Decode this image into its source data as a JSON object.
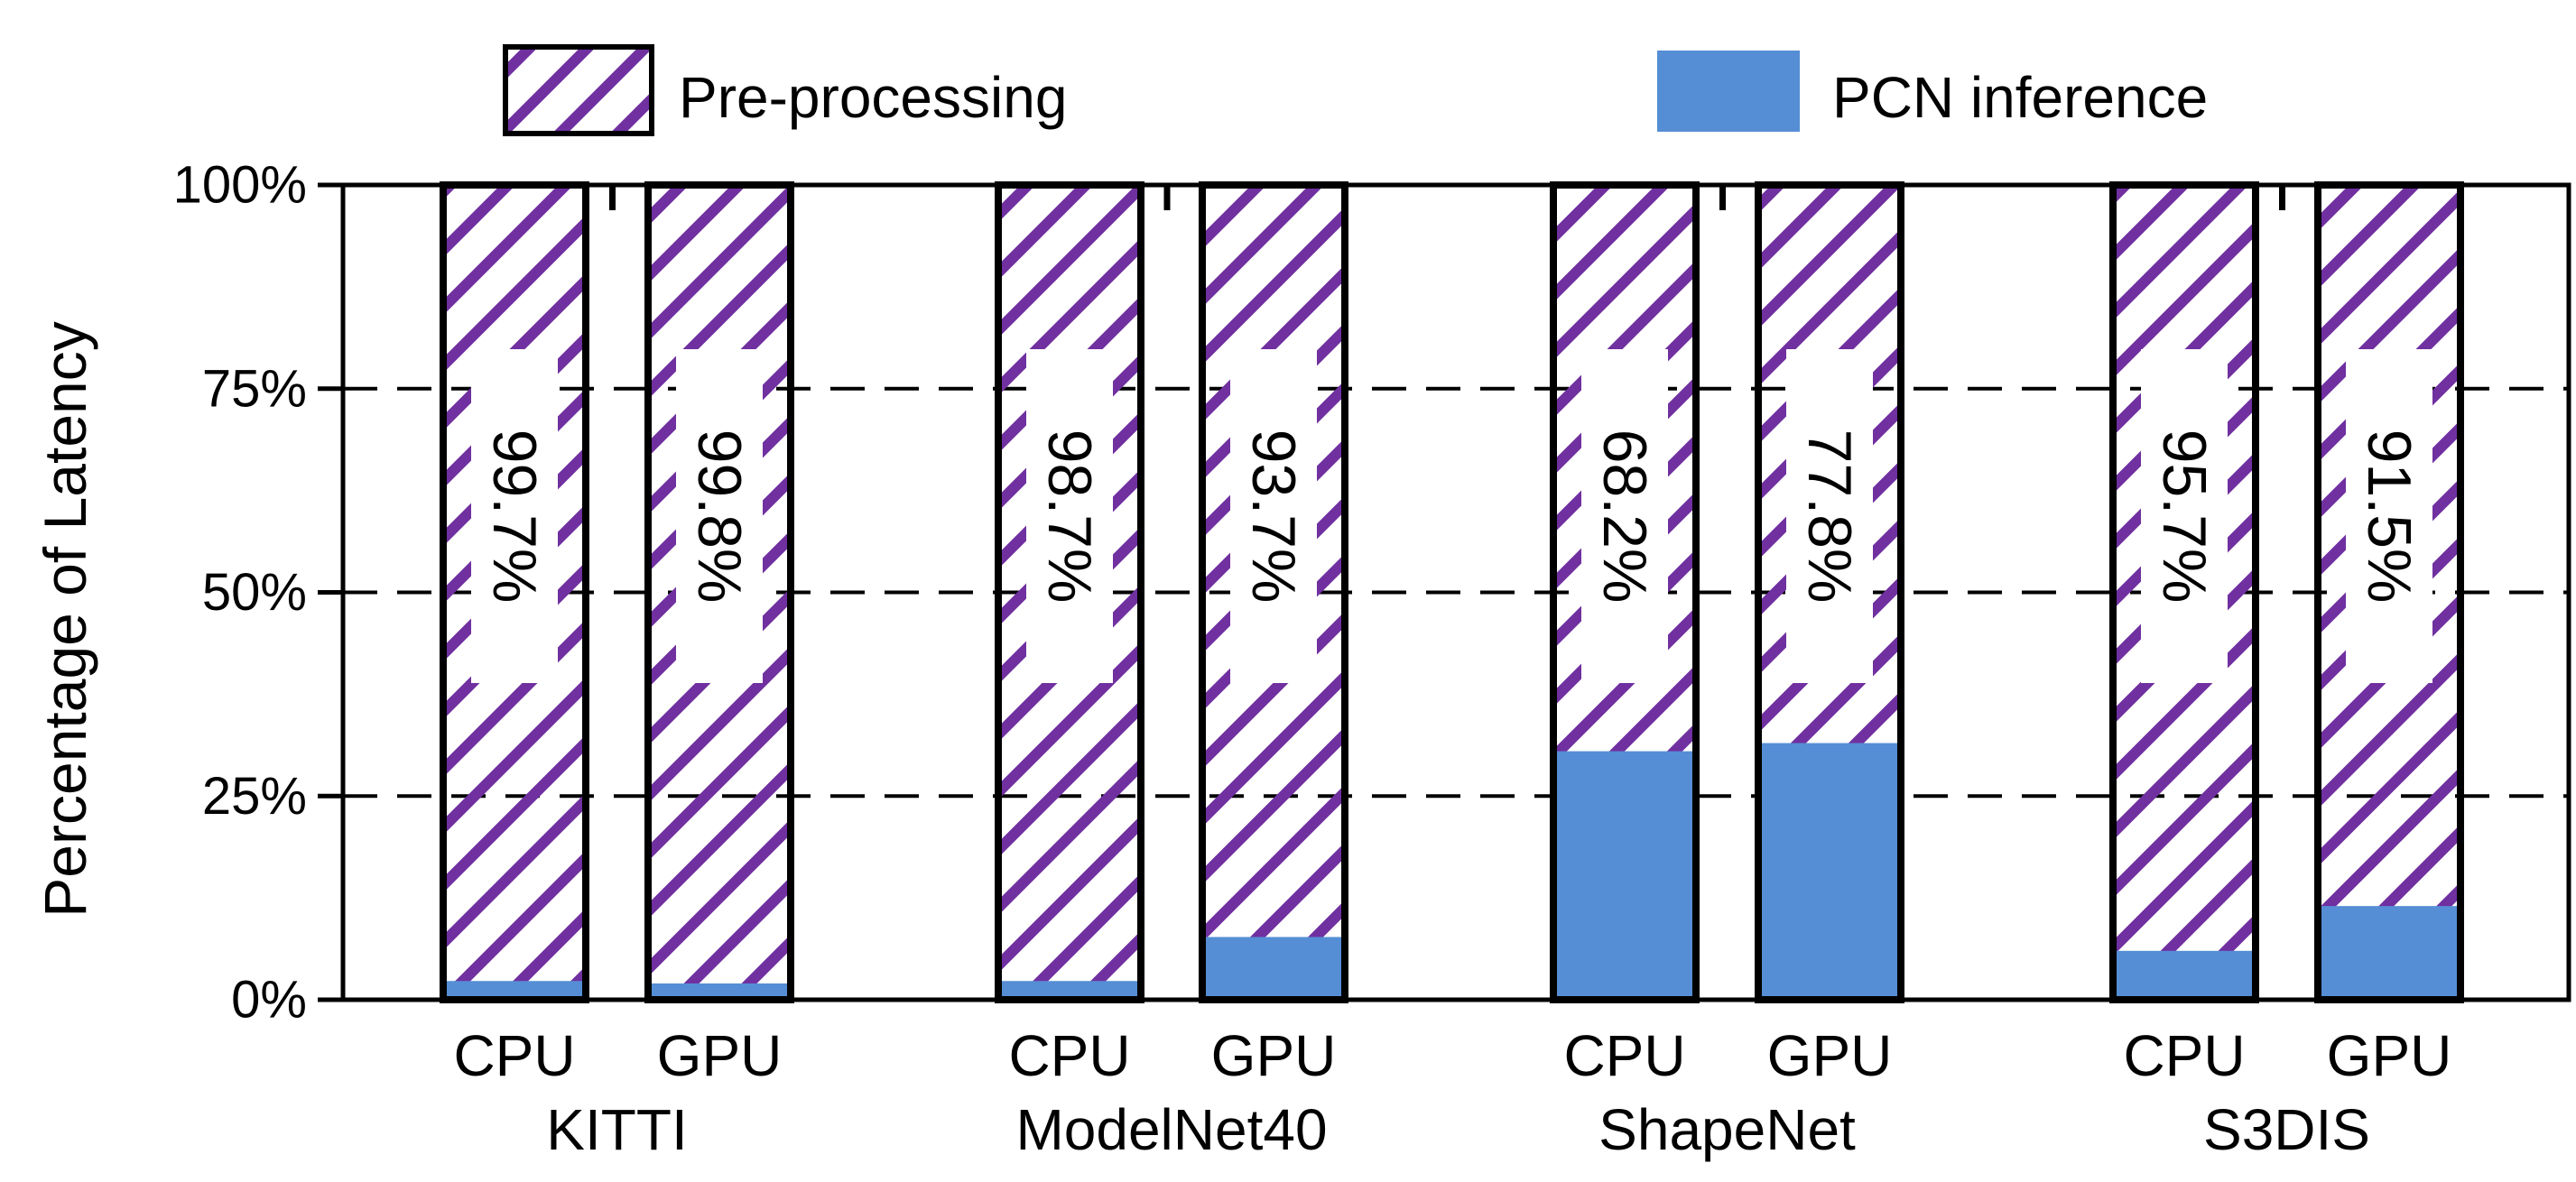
{
  "chart_data": {
    "type": "bar",
    "stacked": true,
    "ylabel": "Percentage of Latency",
    "ylim": [
      0,
      100
    ],
    "yticks": [
      0,
      25,
      50,
      75,
      100
    ],
    "ytick_labels": [
      "0%",
      "25%",
      "50%",
      "75%",
      "100%"
    ],
    "grid": "dashed horizontal at 25%, 50%, 75%",
    "legend": {
      "placement": "top",
      "entries": [
        "Pre-processing",
        "PCN inference"
      ]
    },
    "groups": [
      "KITTI",
      "ModelNet40",
      "ShapeNet",
      "S3DIS"
    ],
    "bar_labels": [
      "CPU",
      "GPU"
    ],
    "series": [
      {
        "name": "Pre-processing",
        "values": [
          [
            99.7,
            99.8
          ],
          [
            98.7,
            93.7
          ],
          [
            68.2,
            77.8
          ],
          [
            95.7,
            91.5
          ]
        ]
      },
      {
        "name": "PCN inference",
        "values": [
          [
            2.3,
            2.0
          ],
          [
            2.3,
            7.7
          ],
          [
            30.5,
            31.5
          ],
          [
            6.0,
            11.5
          ]
        ]
      }
    ],
    "annotations": [
      [
        "99.7%",
        "99.8%"
      ],
      [
        "98.7%",
        "93.7%"
      ],
      [
        "68.2%",
        "77.8%"
      ],
      [
        "95.7%",
        "91.5%"
      ]
    ]
  },
  "colors": {
    "preprocessing_hatch": "#7030a0",
    "pcn_inference": "#558ed5",
    "frame": "#000000",
    "background": "#ffffff"
  }
}
